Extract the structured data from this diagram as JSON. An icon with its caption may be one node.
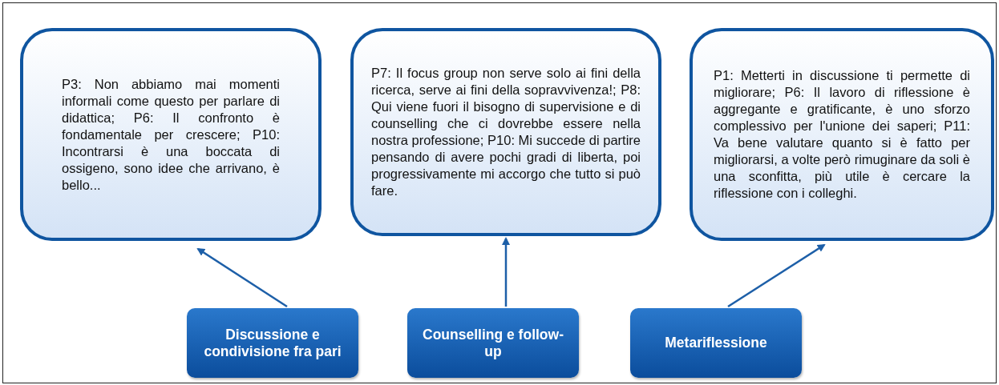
{
  "diagram": {
    "nodes": [
      {
        "text": [
          "P3: Non abbiamo mai momenti informali come questo per parlare di didattica; P6: Il confronto è fondamentale per crescere; P10: Incontrarsi è una boccata di ossigeno, sono idee che arrivano, è bello..."
        ]
      },
      {
        "text": [
          "P7: Il focus group non serve solo ai fini della ricerca, serve ai fini della sopravvivenza!; P8: Qui viene fuori il bisogno di supervisione e di counselling che ci dovrebbe essere nella nostra professione; P10: Mi succede di partire pensando di avere pochi gradi di liberta, poi progressivamente mi accorgo che tutto si può fare."
        ]
      },
      {
        "text": [
          "P1: Metterti in discussione ti permette di migliorare; P6: Il lavoro di riflessione è aggregante e gratificante, è uno sforzo complessivo per l'unione dei saperi; P11: Va bene valutare quanto si è fatto per migliorarsi, a volte però rimuginare da soli è una sconfitta, più utile è cercare la riflessione con i colleghi."
        ]
      },
      {
        "text": [
          "Discussione e condivisione fra pari"
        ]
      },
      {
        "text": [
          "Counselling e follow-up"
        ]
      },
      {
        "text": [
          "Metariflessione"
        ]
      }
    ],
    "edges": [
      {
        "from": 3,
        "to": 0,
        "arrow": "to"
      },
      {
        "from": 4,
        "to": 1,
        "arrow": "to"
      },
      {
        "from": 5,
        "to": 2,
        "arrow": "to"
      }
    ]
  }
}
